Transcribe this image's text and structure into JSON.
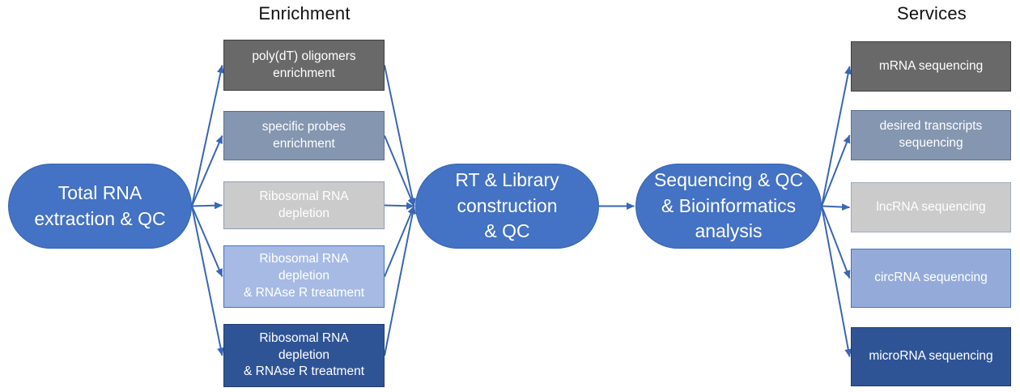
{
  "palette": {
    "arrow": "#3a66b4",
    "background": "#ffffff",
    "heading_text": "#111111",
    "node_text": "#ffffff"
  },
  "stages": [
    {
      "label": "Total RNA\nextraction & QC",
      "fill": "#4472c4",
      "border": "#3665b0"
    },
    {
      "label": "RT & Library\nconstruction\n& QC",
      "fill": "#4472c4",
      "border": "#3665b0"
    },
    {
      "label": "Sequencing & QC\n& Bioinformatics\nanalysis",
      "fill": "#4472c4",
      "border": "#3665b0"
    }
  ],
  "enrichment": {
    "heading": "Enrichment",
    "boxes": [
      {
        "label": "poly(dT) oligomers\nenrichment",
        "fill": "#696969",
        "border": "#3f3f3f"
      },
      {
        "label": "specific probes\nenrichment",
        "fill": "#8496b0",
        "border": "#5b6f92"
      },
      {
        "label": "Ribosomal RNA\ndepletion",
        "fill": "#cbcbcb",
        "border": "#8d9db6"
      },
      {
        "label": "Ribosomal RNA\ndepletion\n& RNAse R treatment",
        "fill": "#a6bae4",
        "border": "#4472c4"
      },
      {
        "label": "Ribosomal RNA\ndepletion\n& RNAse R treatment",
        "fill": "#2f5496",
        "border": "#24396b"
      }
    ]
  },
  "services": {
    "heading": "Services",
    "boxes": [
      {
        "label": "mRNA sequencing",
        "fill": "#696969",
        "border": "#3f3f3f"
      },
      {
        "label": "desired transcripts\nsequencing",
        "fill": "#8496b0",
        "border": "#5b6f92"
      },
      {
        "label": "lncRNA sequencing",
        "fill": "#cbcbcb",
        "border": "#9fa9bc"
      },
      {
        "label": "circRNA sequencing",
        "fill": "#94abda",
        "border": "#4472c4"
      },
      {
        "label": "microRNA sequencing",
        "fill": "#2f5496",
        "border": "#24396b"
      }
    ]
  },
  "connections": [
    {
      "from": "stage-0",
      "to": "enr-0"
    },
    {
      "from": "stage-0",
      "to": "enr-1"
    },
    {
      "from": "stage-0",
      "to": "enr-2"
    },
    {
      "from": "stage-0",
      "to": "enr-3"
    },
    {
      "from": "stage-0",
      "to": "enr-4"
    },
    {
      "from": "enr-0",
      "to": "stage-1"
    },
    {
      "from": "enr-1",
      "to": "stage-1"
    },
    {
      "from": "enr-2",
      "to": "stage-1"
    },
    {
      "from": "enr-3",
      "to": "stage-1"
    },
    {
      "from": "enr-4",
      "to": "stage-1"
    },
    {
      "from": "stage-1",
      "to": "stage-2"
    },
    {
      "from": "stage-2",
      "to": "svc-0"
    },
    {
      "from": "stage-2",
      "to": "svc-1"
    },
    {
      "from": "stage-2",
      "to": "svc-2"
    },
    {
      "from": "stage-2",
      "to": "svc-3"
    },
    {
      "from": "stage-2",
      "to": "svc-4"
    }
  ]
}
